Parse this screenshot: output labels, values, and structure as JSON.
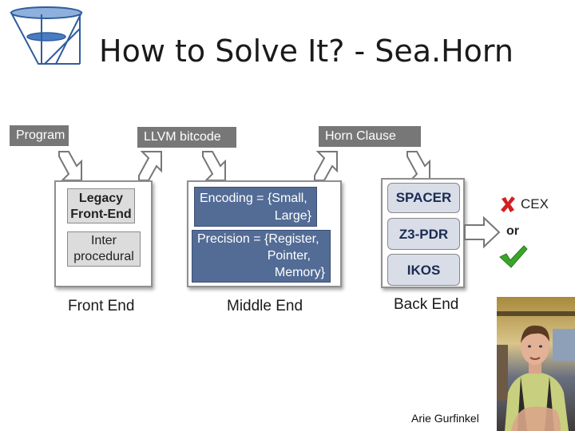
{
  "slide": {
    "title": "How to Solve It? - Sea.Horn",
    "author": "Arie Gurfinkel"
  },
  "pipeline": {
    "tags": {
      "program": "Program",
      "llvm": "LLVM bitcode",
      "horn": "Horn Clause"
    },
    "front_end": {
      "items": [
        {
          "line1": "Legacy",
          "line2": "Front-End"
        },
        {
          "line1": "Inter",
          "line2": "procedural"
        }
      ],
      "caption": "Front End"
    },
    "middle_end": {
      "encoding": {
        "line1": "Encoding = {Small,",
        "line2": "Large}"
      },
      "precision": {
        "line1": "Precision = {Register,",
        "line2": "Pointer,",
        "line3": "Memory}"
      },
      "caption": "Middle End"
    },
    "back_end": {
      "engines": [
        "SPACER",
        "Z3-PDR",
        "IKOS"
      ],
      "caption": "Back End"
    },
    "results": {
      "cex": "CEX",
      "or": "or"
    }
  },
  "colors": {
    "tag_bg": "#777777",
    "blue_box": "#536c96",
    "cross": "#d42020",
    "check": "#3aa52a"
  },
  "icons": [
    "seahorn-logo-icon",
    "arrow-down-icon",
    "arrow-up-icon",
    "arrow-right-icon",
    "cross-icon",
    "checkmark-icon",
    "person-photo"
  ]
}
